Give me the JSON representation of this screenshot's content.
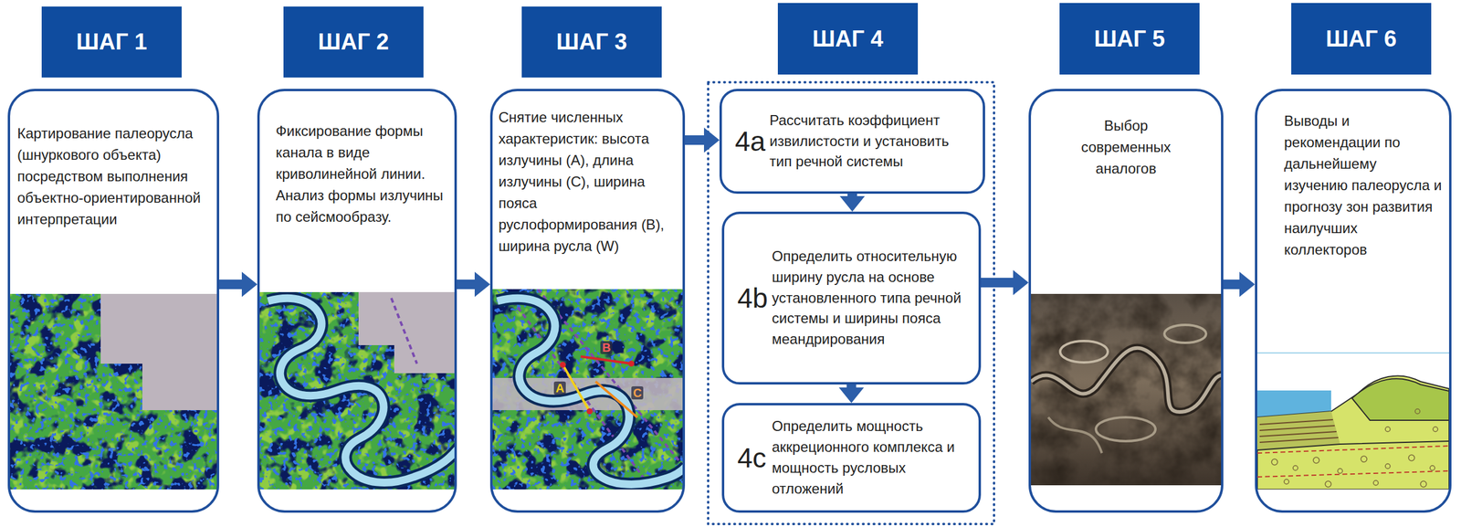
{
  "diagram": {
    "nodes": [
      {
        "text": [
          "ШАГ 1"
        ]
      },
      {
        "text": [
          "Картирование палеорусла (шнуркового объекта) посредством выполнения объектно-ориентированной интерпретации"
        ]
      },
      {
        "text": [
          "ШАГ 2"
        ]
      },
      {
        "text": [
          "Фиксирование формы канала в виде криволинейной линии. Анализ формы излучины по сейсмообразу."
        ]
      },
      {
        "text": [
          "ШАГ 3"
        ]
      },
      {
        "text": [
          "Снятие численных характеристик: высота излучины (A), длина излучины (C), ширина пояса руслоформирования (B), ширина русла (W)"
        ]
      },
      {
        "text": [
          "ШАГ 4"
        ]
      },
      {
        "text": [
          "4a",
          "Рассчитать коэффициент извилистости и установить тип речной системы"
        ]
      },
      {
        "text": [
          "4b",
          "Определить относительную ширину русла на основе установленного типа речной системы и ширины пояса меандрирования"
        ]
      },
      {
        "text": [
          "4c",
          "Определить мощность аккреционного комплекса и мощность русловых отложений"
        ]
      },
      {
        "text": [
          "ШАГ 5"
        ]
      },
      {
        "text": [
          "Выбор современных аналогов"
        ]
      },
      {
        "text": [
          "ШАГ 6"
        ]
      },
      {
        "text": [
          "Выводы и рекомендации по дальнейшему изучению палеорусла и прогнозу зон развития наилучших коллекторов"
        ]
      }
    ],
    "edges": [
      {
        "from": 1,
        "to": 3,
        "arrow": "to"
      },
      {
        "from": 3,
        "to": 5,
        "arrow": "to"
      },
      {
        "from": 5,
        "to": 7,
        "arrow": "to"
      },
      {
        "from": 7,
        "to": 8,
        "arrow": "to"
      },
      {
        "from": 8,
        "to": 9,
        "arrow": "to"
      },
      {
        "from": 8,
        "to": 11,
        "arrow": "to"
      },
      {
        "from": 11,
        "to": 13,
        "arrow": "to"
      }
    ],
    "labels": [
      "A",
      "B",
      "C"
    ]
  }
}
